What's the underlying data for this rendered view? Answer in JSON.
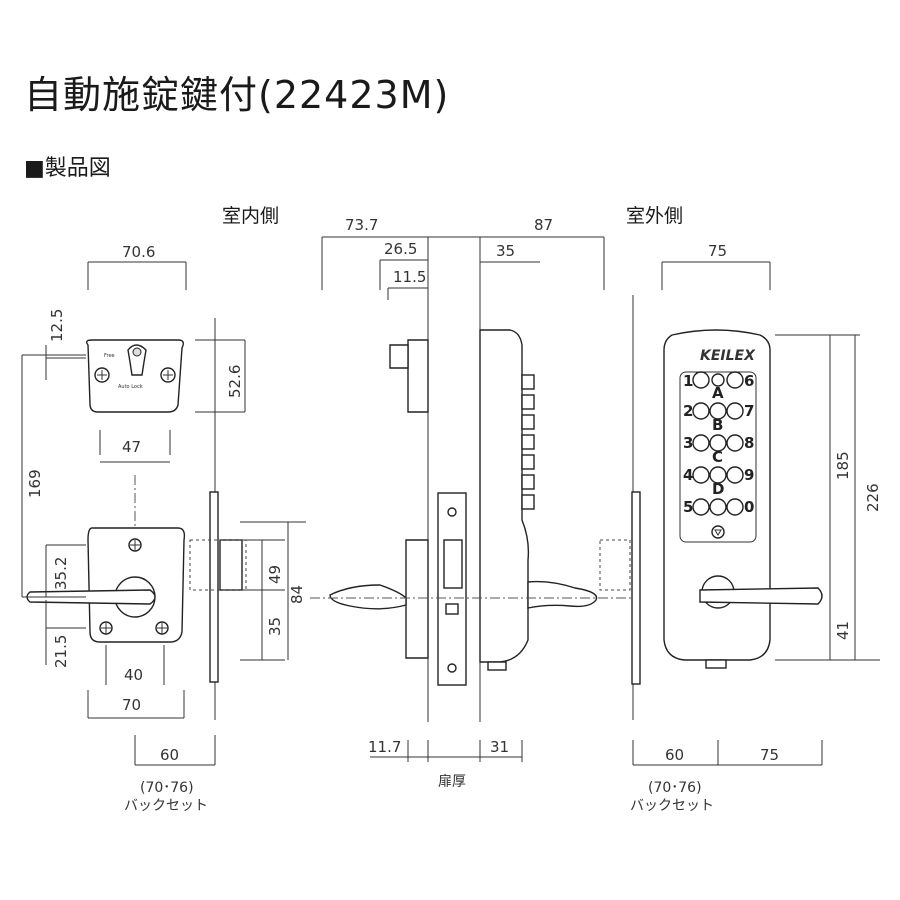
{
  "title": "自動施錠鍵付(22423M)",
  "section_label": "■製品図",
  "views": {
    "inside": "室内側",
    "outside": "室外側"
  },
  "dimensions": {
    "d70_6": "70.6",
    "d12_5": "12.5",
    "d52_6": "52.6",
    "d47": "47",
    "d169": "169",
    "d35_2": "35.2",
    "d21_5": "21.5",
    "d40": "40",
    "d70": "70",
    "d49": "49",
    "d35": "35",
    "d84": "84",
    "d60_left": "60",
    "d73_7": "73.7",
    "d26_5": "26.5",
    "d11_5": "11.5",
    "d87": "87",
    "d35_top": "35",
    "d11_7": "11.7",
    "d31": "31",
    "d75_top": "75",
    "d185": "185",
    "d226": "226",
    "d41": "41",
    "d60_right": "60",
    "d75_bottom": "75"
  },
  "notes": {
    "backset_range_left": "(70･76)",
    "backset_left": "バックセット",
    "door_thickness": "扉厚",
    "backset_range_right": "(70･76)",
    "backset_right": "バックセット"
  },
  "plate_text": {
    "free": "Free",
    "auto_lock": "Auto Lock",
    "brand": "KEILEX"
  },
  "keypad": {
    "left": [
      "1",
      "2",
      "3",
      "4",
      "5"
    ],
    "middle": [
      "A",
      "B",
      "C",
      "D"
    ],
    "right": [
      "6",
      "7",
      "8",
      "9",
      "0"
    ]
  },
  "icons": [
    "screw-icon",
    "keyhole-icon",
    "lever-handle-icon",
    "lock-symbol-icon"
  ]
}
